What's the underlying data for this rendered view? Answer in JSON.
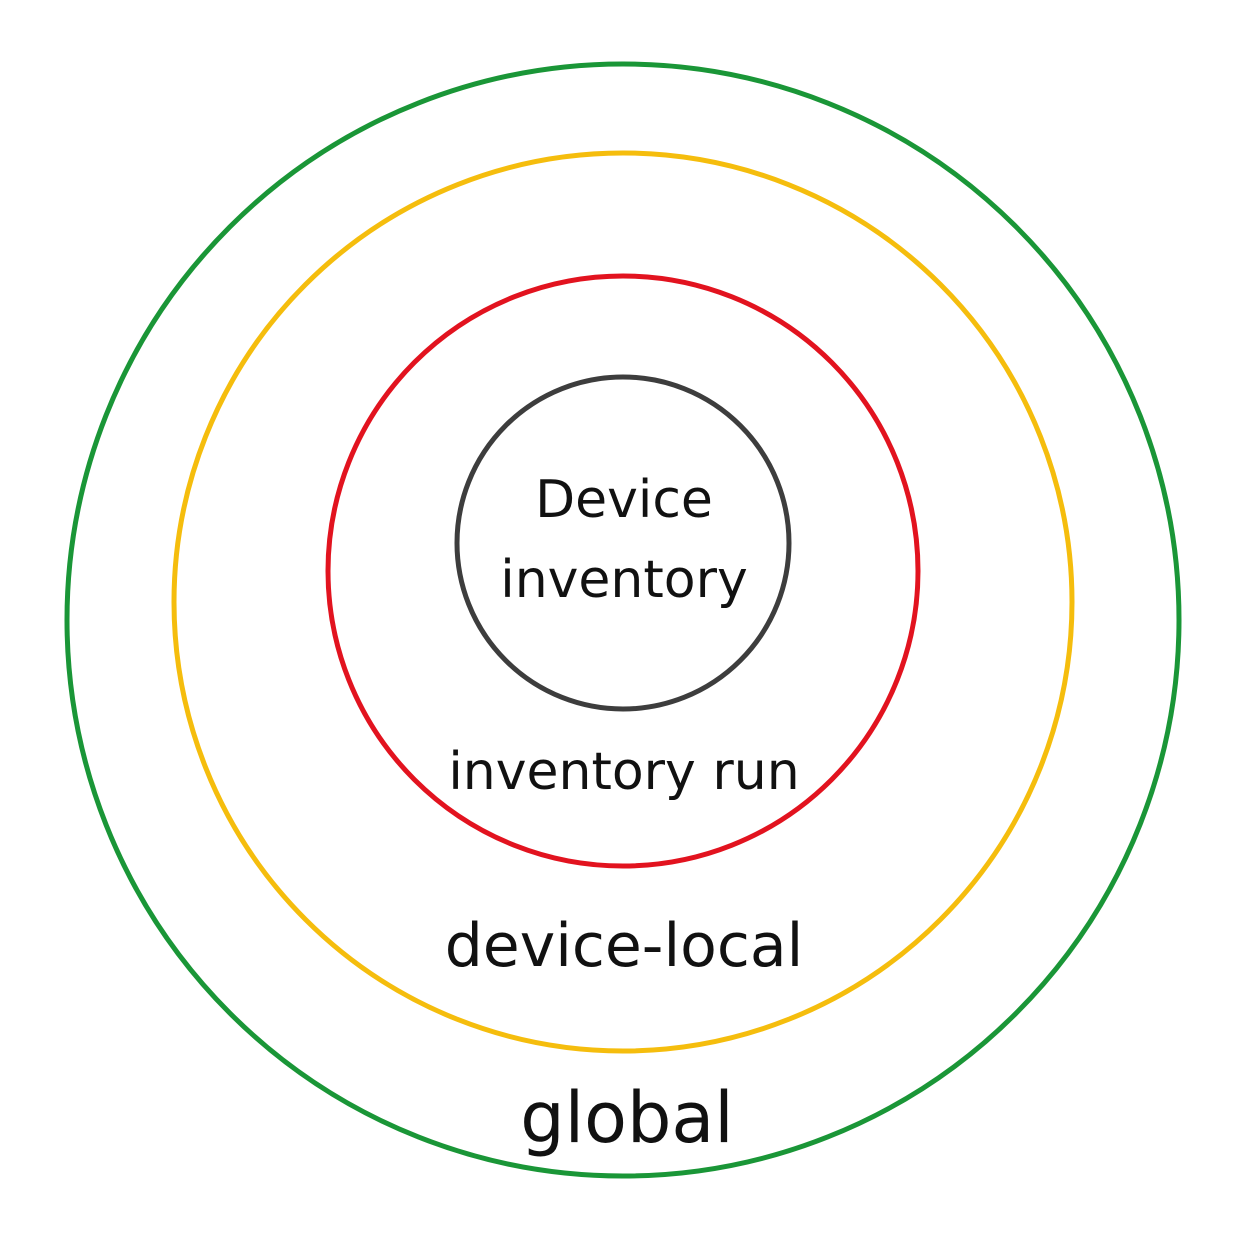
{
  "rings": [
    {
      "id": "global",
      "label": "global",
      "color": "#1a9637"
    },
    {
      "id": "device-local",
      "label": "device-local",
      "color": "#f5bd0d"
    },
    {
      "id": "inventory-run",
      "label": "inventory run",
      "color": "#e2131f"
    },
    {
      "id": "device-inventory",
      "label_line1": "Device",
      "label_line2": "inventory",
      "color": "#3d3d3d"
    }
  ]
}
